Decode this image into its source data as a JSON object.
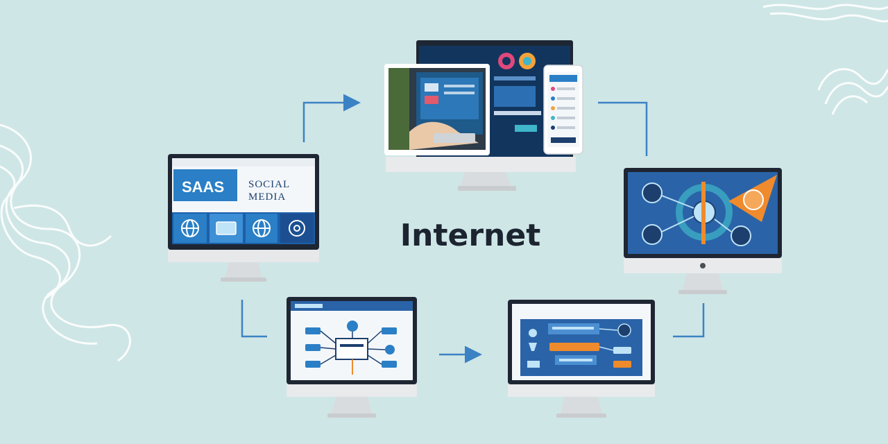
{
  "colors": {
    "background": "#cfe6e6",
    "bezel": "#1e2633",
    "stand": "#d9dcde",
    "blue": "#2a7fc6",
    "navy": "#1c3f6e",
    "arrow": "#3b82c4",
    "orange": "#ef8b2c",
    "text": "#1c2430"
  },
  "center": {
    "title": "Internet"
  },
  "monitors": [
    {
      "id": "saas",
      "label_primary": "SAAS",
      "label_secondary_1": "SOCIAL",
      "label_secondary_2": "MEDIA",
      "icons": [
        "globe-icon",
        "card-icon",
        "globe-icon",
        "refresh-icon"
      ]
    },
    {
      "id": "dashboard",
      "content": "photo-laptop-and-phone"
    },
    {
      "id": "network",
      "content": "hub-diagram"
    },
    {
      "id": "flowchart-left",
      "content": "flowchart"
    },
    {
      "id": "flowchart-right",
      "content": "process-diagram"
    }
  ],
  "connectors": [
    "top-left-arrow",
    "top-right-elbow",
    "right-down-elbow",
    "bottom-middle-arrow",
    "left-bottom-elbow"
  ]
}
